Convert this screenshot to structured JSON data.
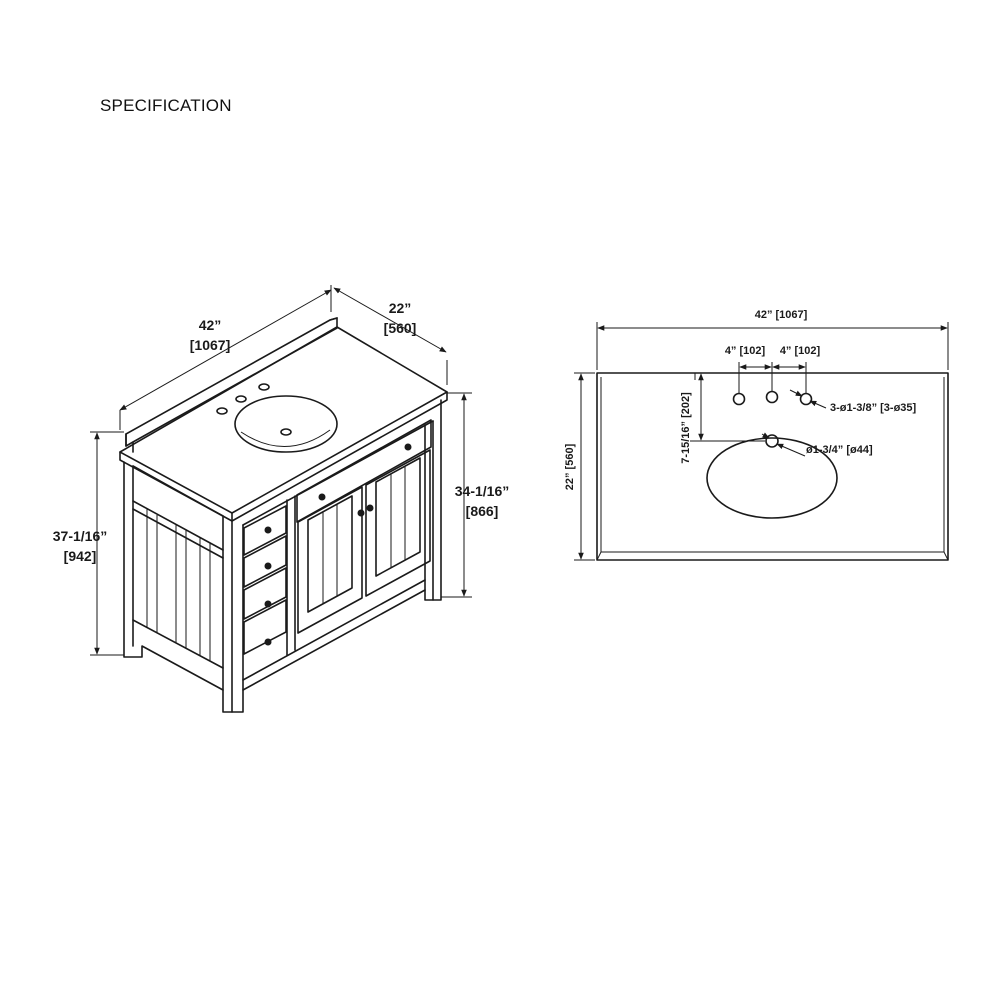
{
  "title": "SPECIFICATION",
  "vanity": {
    "width": "42”",
    "width_mm": "[1067]",
    "depth": "22”",
    "depth_mm": "[560]",
    "height_total": "37-1/16”",
    "height_total_mm": "[942]",
    "height_counter": "34-1/16”",
    "height_counter_mm": "[866]"
  },
  "top_view": {
    "width": "42” [1067]",
    "depth": "22” [560]",
    "hole_spacing_left": "4” [102]",
    "hole_spacing_right": "4” [102]",
    "faucet_holes": "3-ø1-3/8” [3-ø35]",
    "drain_offset": "7-15/16” [202]",
    "drain_hole": "ø1-3/4” [ø44]"
  }
}
